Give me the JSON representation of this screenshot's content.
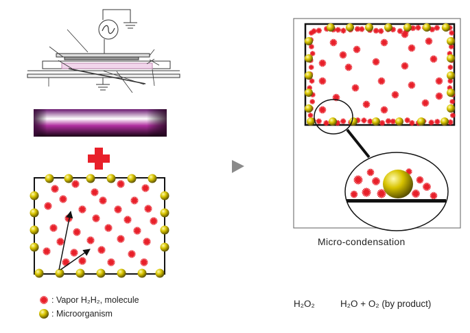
{
  "legend": {
    "vapor": ": Vapor H₂H₂, molecule",
    "microorganism": ": Microorganism"
  },
  "caption": "Micro-condensation",
  "reaction": {
    "reactant": "H₂O₂",
    "products": "H₂O  +  O₂  (by product)"
  },
  "colors": {
    "vapor": "#e8202a",
    "microorganism": "#c8b400",
    "plus": "#e8202a",
    "arrow": "#8a8a8a",
    "plasma_glow": "#a0208c"
  },
  "icons": [
    "ac-source-symbol",
    "ground-symbol",
    "red-plus-icon",
    "play-arrow-icon",
    "magnifier-circle"
  ]
}
